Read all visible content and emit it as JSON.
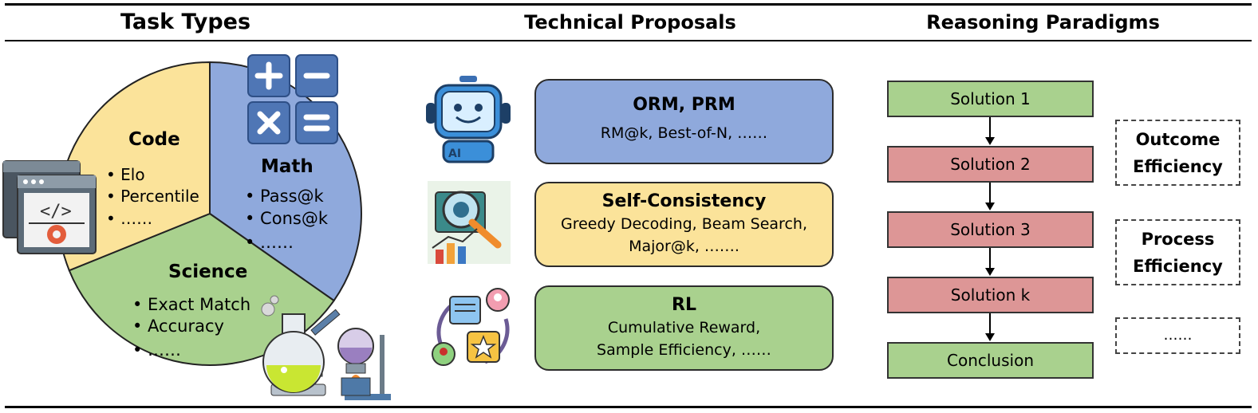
{
  "headers": {
    "task_types": "Task Types",
    "technical_proposals": "Technical Proposals",
    "reasoning_paradigms": "Reasoning Paradigms"
  },
  "pie": {
    "code": {
      "title": "Code",
      "items": [
        "• Elo",
        "• Percentile",
        "• ……"
      ]
    },
    "math": {
      "title": "Math",
      "items": [
        "• Pass@k",
        "• Cons@k",
        "• ……"
      ]
    },
    "science": {
      "title": "Science",
      "items": [
        "• Exact Match",
        "• Accuracy",
        "• ……"
      ]
    },
    "colors": {
      "code": "#fbe39a",
      "math": "#8fa9dc",
      "science": "#a9d18e"
    }
  },
  "icons": {
    "calculator": "calculator-icon",
    "code_window": "code-window-icon",
    "lab_flask": "lab-flask-icon",
    "robot": "ai-robot-icon",
    "analysis": "magnifier-chart-icon",
    "feedback": "feedback-cycle-icon",
    "robot_badge": "AI"
  },
  "proposals": [
    {
      "title": "ORM,   PRM",
      "lines": [
        "RM@k, Best-of-N, ……"
      ],
      "color": "#8fa9dc"
    },
    {
      "title": "Self-Consistency",
      "lines": [
        "Greedy Decoding, Beam Search,",
        "Major@k, ……."
      ],
      "color": "#fbe39a"
    },
    {
      "title": "RL",
      "lines": [
        "Cumulative Reward,",
        "Sample Efficiency, ……"
      ],
      "color": "#a9d18e"
    }
  ],
  "solutions": [
    {
      "label": "Solution 1",
      "status": "green"
    },
    {
      "label": "Solution 2",
      "status": "red"
    },
    {
      "label": "Solution 3",
      "status": "red"
    },
    {
      "label": "Solution k",
      "status": "red"
    },
    {
      "label": "Conclusion",
      "status": "green"
    }
  ],
  "efficiency": {
    "outcome": [
      "Outcome",
      "Efficiency"
    ],
    "process": [
      "Process",
      "Efficiency"
    ],
    "more": "……"
  }
}
